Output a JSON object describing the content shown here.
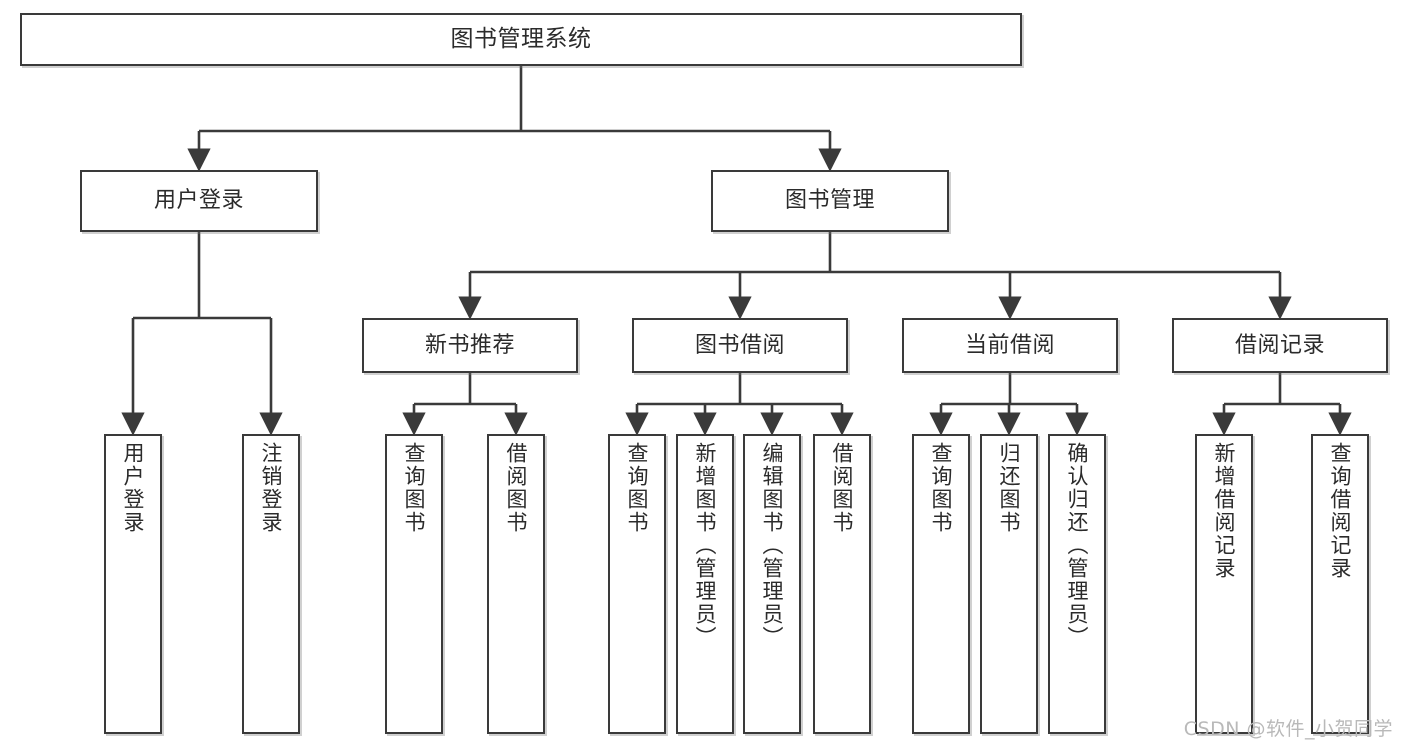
{
  "diagram": {
    "title": "图书管理系统",
    "type": "tree",
    "orientation": "top-down",
    "colors": {
      "node_border": "#3a3a3a",
      "node_fill": "#ffffff",
      "edge": "#3a3a3a",
      "text": "#2b2b2b",
      "watermark": "#b9b9b9",
      "background": "#ffffff"
    },
    "root": {
      "label": "图书管理系统"
    },
    "level2": [
      {
        "id": "user-login",
        "label": "用户登录"
      },
      {
        "id": "book-manage",
        "label": "图书管理"
      }
    ],
    "level3": [
      {
        "id": "new-book-recommend",
        "label": "新书推荐"
      },
      {
        "id": "book-borrow",
        "label": "图书借阅"
      },
      {
        "id": "current-borrow",
        "label": "当前借阅"
      },
      {
        "id": "borrow-record",
        "label": "借阅记录"
      }
    ],
    "leaves": {
      "user_login": [
        {
          "id": "leaf-user-login",
          "label": "用户登录"
        },
        {
          "id": "leaf-user-logout",
          "label": "注销登录"
        }
      ],
      "new_book_recommend": [
        {
          "id": "leaf-query-book-1",
          "label": "查询图书"
        },
        {
          "id": "leaf-borrow-book-1",
          "label": "借阅图书"
        }
      ],
      "book_borrow": [
        {
          "id": "leaf-query-book-2",
          "label": "查询图书"
        },
        {
          "id": "leaf-add-book",
          "label": "新增图书（管理员）"
        },
        {
          "id": "leaf-edit-book",
          "label": "编辑图书（管理员）"
        },
        {
          "id": "leaf-borrow-book-2",
          "label": "借阅图书"
        }
      ],
      "current_borrow": [
        {
          "id": "leaf-query-book-3",
          "label": "查询图书"
        },
        {
          "id": "leaf-return-book",
          "label": "归还图书"
        },
        {
          "id": "leaf-confirm-return",
          "label": "确认归还（管理员）"
        }
      ],
      "borrow_record": [
        {
          "id": "leaf-add-record",
          "label": "新增借阅记录"
        },
        {
          "id": "leaf-query-record",
          "label": "查询借阅记录"
        }
      ]
    }
  },
  "watermark": {
    "text": "CSDN @软件_小贺同学"
  }
}
